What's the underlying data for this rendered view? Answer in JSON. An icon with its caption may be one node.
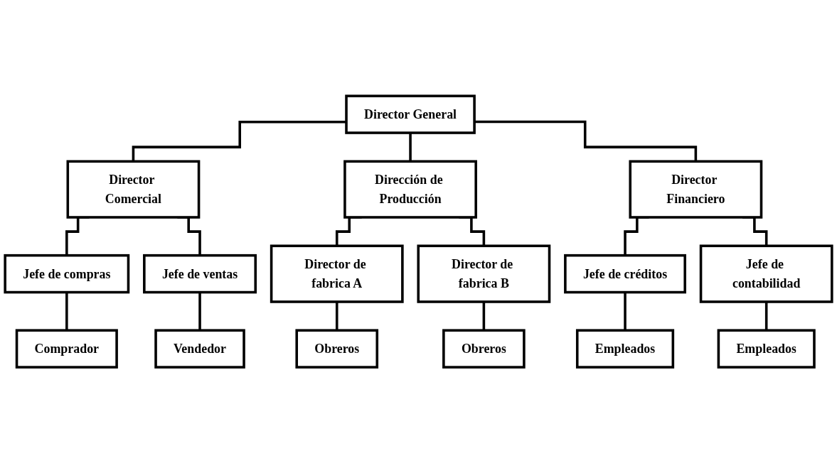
{
  "diagram": {
    "nodes": [
      {
        "text": [
          "Director General"
        ]
      },
      {
        "text": [
          "Director Comercial"
        ]
      },
      {
        "text": [
          "Dirección de Producción"
        ]
      },
      {
        "text": [
          "Director Financiero"
        ]
      },
      {
        "text": [
          "Jefe de compras"
        ]
      },
      {
        "text": [
          "Jefe de ventas"
        ]
      },
      {
        "text": [
          "Director de fabrica A"
        ]
      },
      {
        "text": [
          "Director de fabrica B"
        ]
      },
      {
        "text": [
          "Jefe de créditos"
        ]
      },
      {
        "text": [
          "Jefe de contabilidad"
        ]
      },
      {
        "text": [
          "Comprador"
        ]
      },
      {
        "text": [
          "Vendedor"
        ]
      },
      {
        "text": [
          "Obreros"
        ]
      },
      {
        "text": [
          "Obreros"
        ]
      },
      {
        "text": [
          "Empleados"
        ]
      },
      {
        "text": [
          "Empleados"
        ]
      }
    ],
    "edges": [
      {
        "from": 0,
        "to": 1,
        "arrow": "none"
      },
      {
        "from": 0,
        "to": 2,
        "arrow": "none"
      },
      {
        "from": 0,
        "to": 3,
        "arrow": "none"
      },
      {
        "from": 1,
        "to": 4,
        "arrow": "none"
      },
      {
        "from": 1,
        "to": 5,
        "arrow": "none"
      },
      {
        "from": 2,
        "to": 6,
        "arrow": "none"
      },
      {
        "from": 2,
        "to": 7,
        "arrow": "none"
      },
      {
        "from": 3,
        "to": 8,
        "arrow": "none"
      },
      {
        "from": 3,
        "to": 9,
        "arrow": "none"
      },
      {
        "from": 4,
        "to": 10,
        "arrow": "none"
      },
      {
        "from": 5,
        "to": 11,
        "arrow": "none"
      },
      {
        "from": 6,
        "to": 12,
        "arrow": "none"
      },
      {
        "from": 7,
        "to": 13,
        "arrow": "none"
      },
      {
        "from": 8,
        "to": 14,
        "arrow": "none"
      },
      {
        "from": 9,
        "to": 15,
        "arrow": "none"
      }
    ]
  }
}
